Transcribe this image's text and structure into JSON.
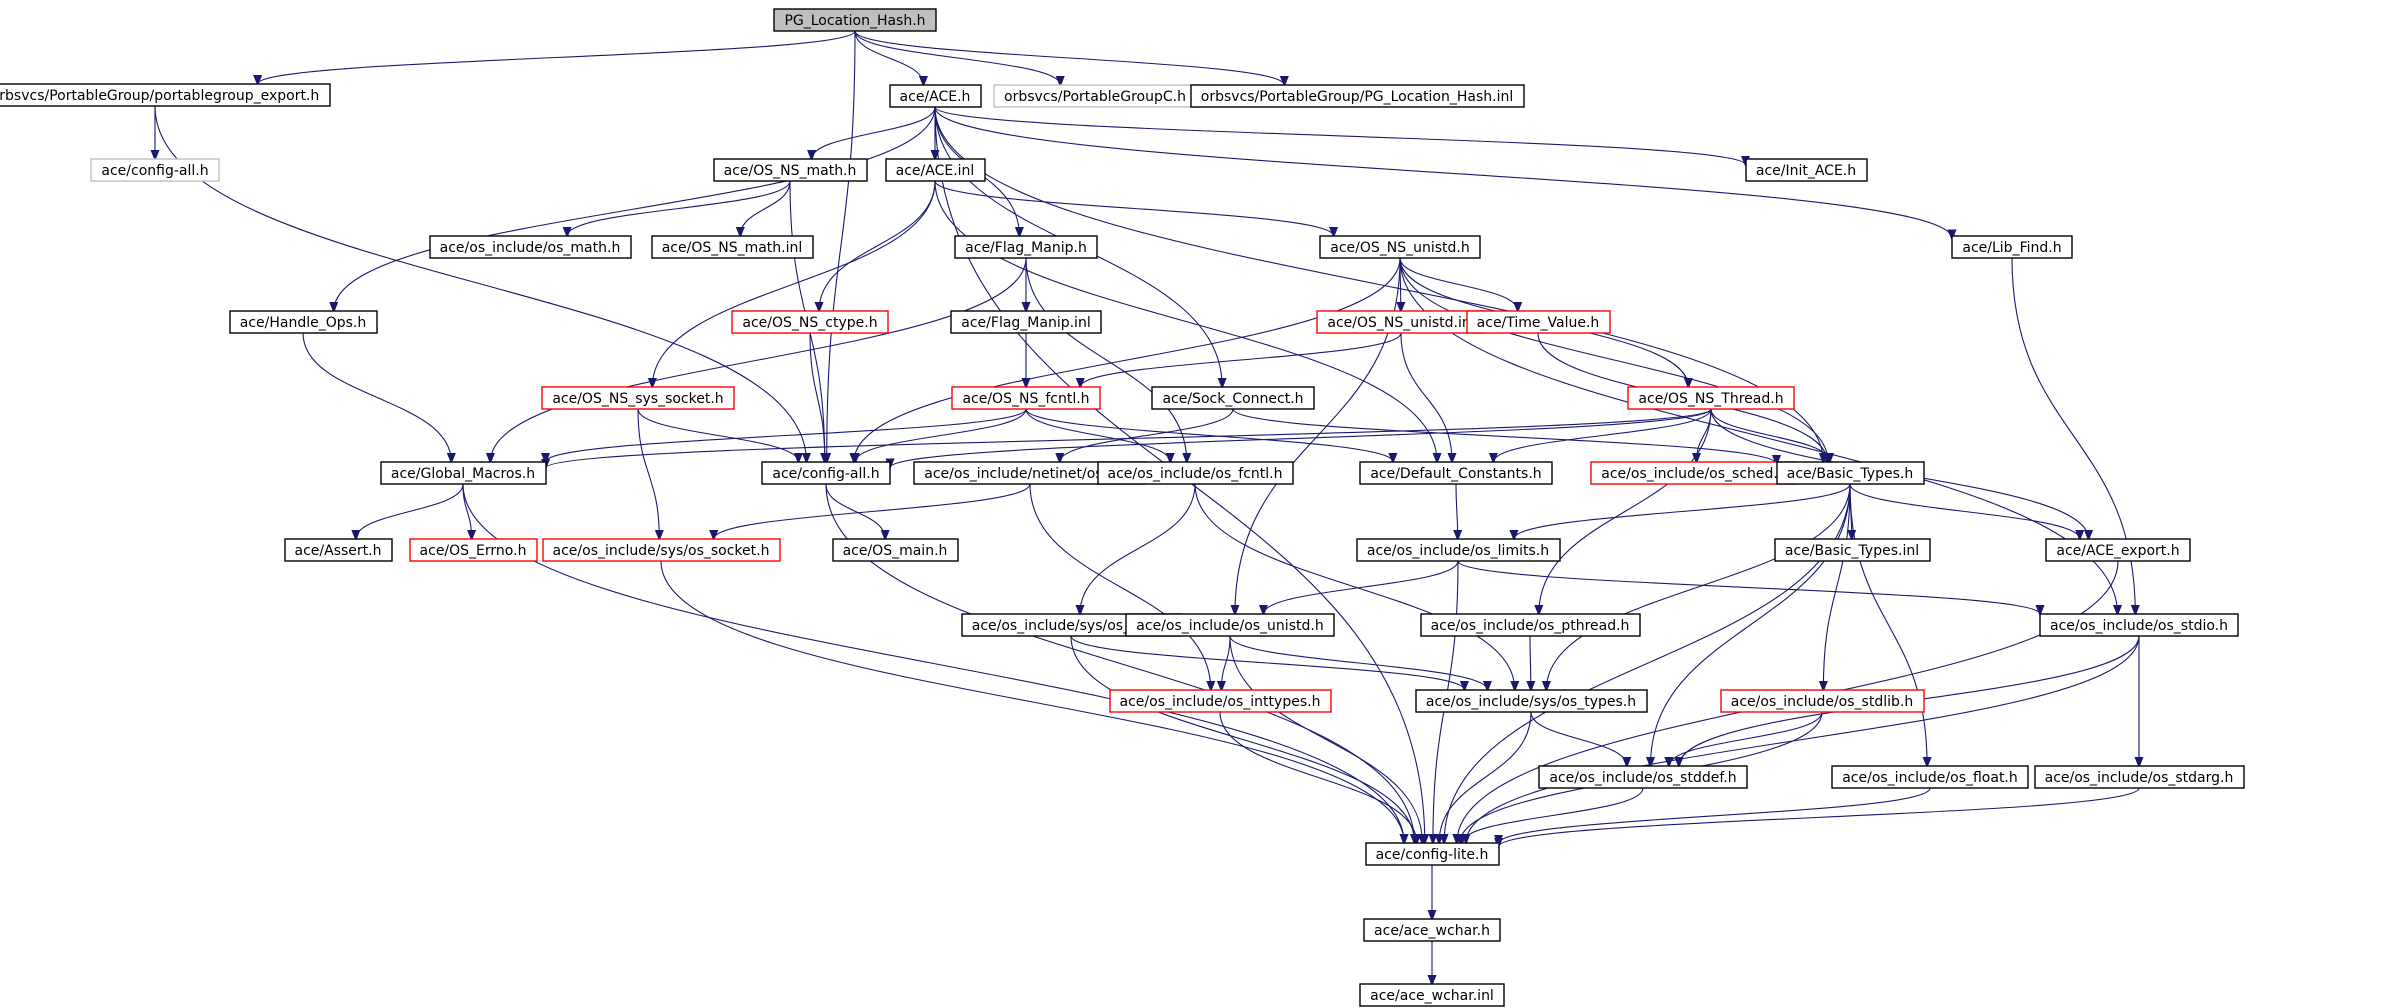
{
  "graph": {
    "nodes": [
      {
        "id": "root",
        "label": "PG_Location_Hash.h",
        "style": "root"
      },
      {
        "id": "pgexport",
        "label": "orbsvcs/PortableGroup/portablegroup_export.h",
        "style": "normal"
      },
      {
        "id": "ace",
        "label": "ace/ACE.h",
        "style": "normal"
      },
      {
        "id": "pgc",
        "label": "orbsvcs/PortableGroupC.h",
        "style": "grey"
      },
      {
        "id": "pgli",
        "label": "orbsvcs/PortableGroup/PG_Location_Hash.inl",
        "style": "normal"
      },
      {
        "id": "cfgall1",
        "label": "ace/config-all.h",
        "style": "grey"
      },
      {
        "id": "osnsmath",
        "label": "ace/OS_NS_math.h",
        "style": "normal"
      },
      {
        "id": "aceinl",
        "label": "ace/ACE.inl",
        "style": "normal"
      },
      {
        "id": "initace",
        "label": "ace/Init_ACE.h",
        "style": "normal"
      },
      {
        "id": "libfind",
        "label": "ace/Lib_Find.h",
        "style": "normal"
      },
      {
        "id": "osmath",
        "label": "ace/os_include/os_math.h",
        "style": "normal"
      },
      {
        "id": "osnsmathinl",
        "label": "ace/OS_NS_math.inl",
        "style": "normal"
      },
      {
        "id": "flagmanip",
        "label": "ace/Flag_Manip.h",
        "style": "normal"
      },
      {
        "id": "osnsunistd",
        "label": "ace/OS_NS_unistd.h",
        "style": "normal"
      },
      {
        "id": "handleops",
        "label": "ace/Handle_Ops.h",
        "style": "normal"
      },
      {
        "id": "osnsctype",
        "label": "ace/OS_NS_ctype.h",
        "style": "red"
      },
      {
        "id": "flagmanipinl",
        "label": "ace/Flag_Manip.inl",
        "style": "normal"
      },
      {
        "id": "osnsunistdinl",
        "label": "ace/OS_NS_unistd.inl",
        "style": "red"
      },
      {
        "id": "timevalue",
        "label": "ace/Time_Value.h",
        "style": "red"
      },
      {
        "id": "osnssyssocket",
        "label": "ace/OS_NS_sys_socket.h",
        "style": "red"
      },
      {
        "id": "osnsfcntl",
        "label": "ace/OS_NS_fcntl.h",
        "style": "red"
      },
      {
        "id": "sockconnect",
        "label": "ace/Sock_Connect.h",
        "style": "normal"
      },
      {
        "id": "osnsthread",
        "label": "ace/OS_NS_Thread.h",
        "style": "red"
      },
      {
        "id": "globalmacros",
        "label": "ace/Global_Macros.h",
        "style": "normal"
      },
      {
        "id": "configall",
        "label": "ace/config-all.h",
        "style": "normal"
      },
      {
        "id": "netinetin",
        "label": "ace/os_include/netinet/os_in.h",
        "style": "normal"
      },
      {
        "id": "osfcntl",
        "label": "ace/os_include/os_fcntl.h",
        "style": "normal"
      },
      {
        "id": "defconst",
        "label": "ace/Default_Constants.h",
        "style": "normal"
      },
      {
        "id": "ossched",
        "label": "ace/os_include/os_sched.h",
        "style": "red"
      },
      {
        "id": "basictypes",
        "label": "ace/Basic_Types.h",
        "style": "normal"
      },
      {
        "id": "assert",
        "label": "ace/Assert.h",
        "style": "normal"
      },
      {
        "id": "oserrno",
        "label": "ace/OS_Errno.h",
        "style": "red"
      },
      {
        "id": "syssocket",
        "label": "ace/os_include/sys/os_socket.h",
        "style": "red"
      },
      {
        "id": "osmain",
        "label": "ace/OS_main.h",
        "style": "normal"
      },
      {
        "id": "oslimits",
        "label": "ace/os_include/os_limits.h",
        "style": "normal"
      },
      {
        "id": "basictypesinl",
        "label": "ace/Basic_Types.inl",
        "style": "normal"
      },
      {
        "id": "aceexport",
        "label": "ace/ACE_export.h",
        "style": "normal"
      },
      {
        "id": "sysstat",
        "label": "ace/os_include/sys/os_stat.h",
        "style": "normal"
      },
      {
        "id": "osunistd",
        "label": "ace/os_include/os_unistd.h",
        "style": "normal"
      },
      {
        "id": "ospthread",
        "label": "ace/os_include/os_pthread.h",
        "style": "normal"
      },
      {
        "id": "osstdio",
        "label": "ace/os_include/os_stdio.h",
        "style": "normal"
      },
      {
        "id": "osinttypes",
        "label": "ace/os_include/os_inttypes.h",
        "style": "red"
      },
      {
        "id": "systypes",
        "label": "ace/os_include/sys/os_types.h",
        "style": "normal"
      },
      {
        "id": "osstdlib",
        "label": "ace/os_include/os_stdlib.h",
        "style": "red"
      },
      {
        "id": "osstddef",
        "label": "ace/os_include/os_stddef.h",
        "style": "normal"
      },
      {
        "id": "osfloat",
        "label": "ace/os_include/os_float.h",
        "style": "normal"
      },
      {
        "id": "osstdarg",
        "label": "ace/os_include/os_stdarg.h",
        "style": "normal"
      },
      {
        "id": "configlite",
        "label": "ace/config-lite.h",
        "style": "normal"
      },
      {
        "id": "acewchar",
        "label": "ace/ace_wchar.h",
        "style": "normal"
      },
      {
        "id": "acewcharinl",
        "label": "ace/ace_wchar.inl",
        "style": "normal"
      }
    ],
    "edges": [
      [
        "root",
        "pgexport"
      ],
      [
        "root",
        "ace"
      ],
      [
        "root",
        "pgc"
      ],
      [
        "root",
        "pgli"
      ],
      [
        "root",
        "configall"
      ],
      [
        "pgexport",
        "cfgall1"
      ],
      [
        "pgexport",
        "configall"
      ],
      [
        "ace",
        "osnsmath"
      ],
      [
        "ace",
        "aceinl"
      ],
      [
        "ace",
        "initace"
      ],
      [
        "ace",
        "libfind"
      ],
      [
        "ace",
        "flagmanip"
      ],
      [
        "ace",
        "handleops"
      ],
      [
        "ace",
        "sockconnect"
      ],
      [
        "ace",
        "basictypes"
      ],
      [
        "ace",
        "configlite"
      ],
      [
        "osnsmath",
        "osmath"
      ],
      [
        "osnsmath",
        "osnsmathinl"
      ],
      [
        "osnsmath",
        "configall"
      ],
      [
        "aceinl",
        "osnsunistd"
      ],
      [
        "aceinl",
        "osnsctype"
      ],
      [
        "aceinl",
        "osnssyssocket"
      ],
      [
        "aceinl",
        "defconst"
      ],
      [
        "flagmanip",
        "flagmanipinl"
      ],
      [
        "flagmanip",
        "globalmacros"
      ],
      [
        "flagmanip",
        "osfcntl"
      ],
      [
        "flagmanipinl",
        "osnsfcntl"
      ],
      [
        "osnsctype",
        "configall"
      ],
      [
        "handleops",
        "globalmacros"
      ],
      [
        "osnsunistd",
        "osnsunistdinl"
      ],
      [
        "osnsunistd",
        "timevalue"
      ],
      [
        "osnsunistd",
        "osnsthread"
      ],
      [
        "osnsunistd",
        "basictypes"
      ],
      [
        "osnsunistd",
        "osunistd"
      ],
      [
        "osnsunistd",
        "osstdio"
      ],
      [
        "osnsunistd",
        "configall"
      ],
      [
        "osnsunistdinl",
        "osnsfcntl"
      ],
      [
        "osnsunistdinl",
        "defconst"
      ],
      [
        "timevalue",
        "basictypes"
      ],
      [
        "osnssyssocket",
        "configall"
      ],
      [
        "osnssyssocket",
        "syssocket"
      ],
      [
        "osnsfcntl",
        "configall"
      ],
      [
        "osnsfcntl",
        "osfcntl"
      ],
      [
        "osnsfcntl",
        "globalmacros"
      ],
      [
        "osnsfcntl",
        "defconst"
      ],
      [
        "sockconnect",
        "basictypes"
      ],
      [
        "sockconnect",
        "netinetin"
      ],
      [
        "osnsthread",
        "configall"
      ],
      [
        "osnsthread",
        "globalmacros"
      ],
      [
        "osnsthread",
        "defconst"
      ],
      [
        "osnsthread",
        "ossched"
      ],
      [
        "osnsthread",
        "basictypes"
      ],
      [
        "osnsthread",
        "aceexport"
      ],
      [
        "osnsthread",
        "ospthread"
      ],
      [
        "libfind",
        "osstdio"
      ],
      [
        "globalmacros",
        "assert"
      ],
      [
        "globalmacros",
        "oserrno"
      ],
      [
        "globalmacros",
        "configlite"
      ],
      [
        "configall",
        "osmain"
      ],
      [
        "configall",
        "configlite"
      ],
      [
        "netinetin",
        "syssocket"
      ],
      [
        "netinetin",
        "osinttypes"
      ],
      [
        "osfcntl",
        "sysstat"
      ],
      [
        "osfcntl",
        "systypes"
      ],
      [
        "defconst",
        "oslimits"
      ],
      [
        "basictypes",
        "oslimits"
      ],
      [
        "basictypes",
        "basictypesinl"
      ],
      [
        "basictypes",
        "aceexport"
      ],
      [
        "basictypes",
        "osstdlib"
      ],
      [
        "basictypes",
        "osfloat"
      ],
      [
        "basictypes",
        "osstddef"
      ],
      [
        "basictypes",
        "systypes"
      ],
      [
        "basictypes",
        "configlite"
      ],
      [
        "syssocket",
        "configlite"
      ],
      [
        "oslimits",
        "osunistd"
      ],
      [
        "oslimits",
        "osstdio"
      ],
      [
        "oslimits",
        "configlite"
      ],
      [
        "aceexport",
        "configlite"
      ],
      [
        "sysstat",
        "systypes"
      ],
      [
        "sysstat",
        "configlite"
      ],
      [
        "osunistd",
        "osinttypes"
      ],
      [
        "osunistd",
        "systypes"
      ],
      [
        "osunistd",
        "configlite"
      ],
      [
        "ospthread",
        "systypes"
      ],
      [
        "osstdio",
        "osstddef"
      ],
      [
        "osstdio",
        "osstdarg"
      ],
      [
        "osstdio",
        "configlite"
      ],
      [
        "osinttypes",
        "configlite"
      ],
      [
        "systypes",
        "osstddef"
      ],
      [
        "systypes",
        "configlite"
      ],
      [
        "osstdlib",
        "osstddef"
      ],
      [
        "osstdlib",
        "configlite"
      ],
      [
        "osstddef",
        "configlite"
      ],
      [
        "osfloat",
        "configlite"
      ],
      [
        "osstdarg",
        "configlite"
      ],
      [
        "configlite",
        "acewchar"
      ],
      [
        "acewchar",
        "acewcharinl"
      ]
    ]
  }
}
